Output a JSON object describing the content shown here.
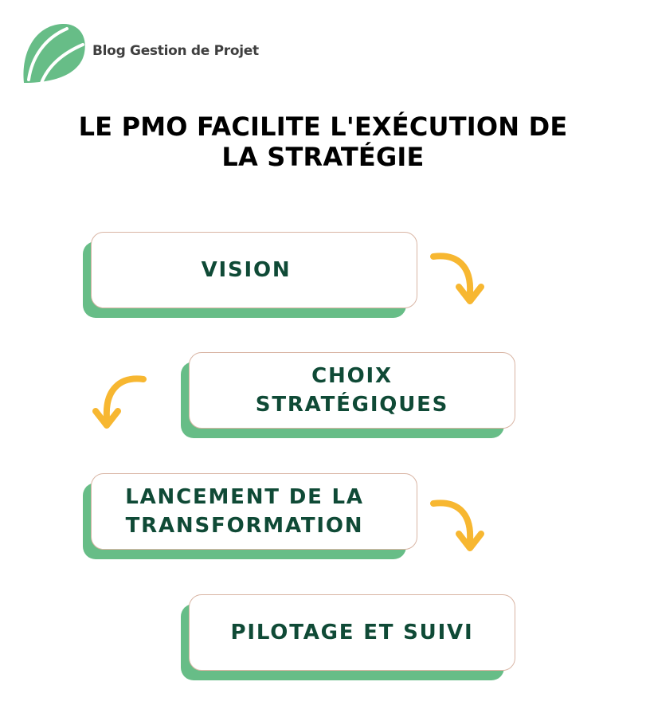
{
  "header": {
    "brand": "Blog Gestion de Projet",
    "logo_icon": "leaf-logo-icon"
  },
  "title": "LE PMO FACILITE L'EXÉCUTION DE\nLA STRATÉGIE",
  "steps": [
    {
      "label": "VISION"
    },
    {
      "label": "CHOIX\nSTRATÉGIQUES"
    },
    {
      "label": "LANCEMENT DE LA\nTRANSFORMATION"
    },
    {
      "label": "PILOTAGE ET SUIVI"
    }
  ],
  "colors": {
    "accent_green": "#67bd87",
    "text_green": "#0f4a36",
    "arrow_yellow": "#f7b731",
    "card_border": "#d9b5a4"
  }
}
